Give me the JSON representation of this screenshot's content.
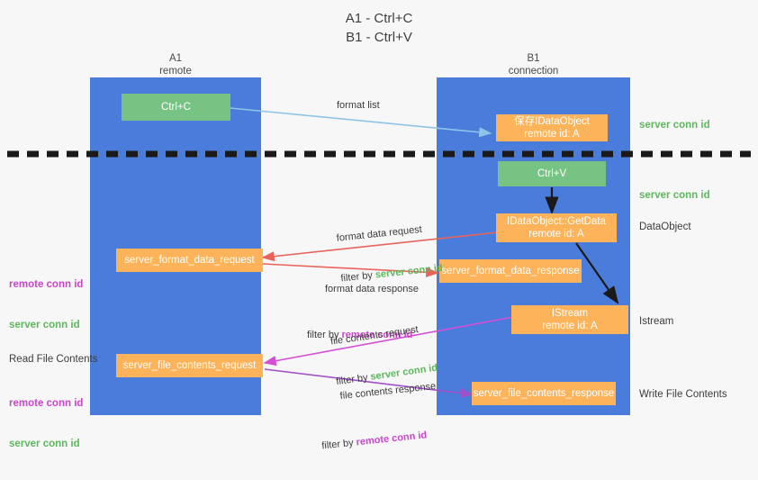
{
  "title": "A1 - Ctrl+C\nB1 - Ctrl+V",
  "lanes": [
    {
      "name": "A1",
      "sub": "remote",
      "header": "A1\nremote"
    },
    {
      "name": "B1",
      "sub": "connection",
      "header": "B1\nconnection"
    }
  ],
  "nodes": {
    "ctrl_c": "Ctrl+C",
    "ctrl_v": "Ctrl+V",
    "save_idataobject": "保存IDataObject\nremote id: A",
    "idataobject_getdata": "IDataObject::GetData\nremote id: A",
    "istream": "IStream\nremote id: A",
    "server_format_data_request": "server_format_data_request",
    "server_format_data_response": "server_format_data_response",
    "server_file_contents_request": "server_file_contents_request",
    "server_file_contents_response": "server_file_contents_response"
  },
  "edge_labels": {
    "format_list": "format list",
    "format_data_request": "format data request",
    "format_data_request_filter_prefix": "filter by ",
    "format_data_request_filter_value": "server conn id",
    "format_data_response": "format data response",
    "format_data_response_filter_prefix": "filter by ",
    "format_data_response_filter_value": "remote conn id",
    "file_contents_request": "file contents request",
    "file_contents_request_filter_prefix": "filter by ",
    "file_contents_request_filter_value": "server conn id",
    "file_contents_response": "file contents response",
    "file_contents_response_filter_prefix": "filter by ",
    "file_contents_response_filter_value": "remote conn id"
  },
  "right_annotations": {
    "server_conn_id_top": "server conn id",
    "server_conn_id_mid": "server conn id",
    "dataobject": "DataObject",
    "istream": "Istream",
    "write_file_contents": "Write File Contents"
  },
  "left_annotations": {
    "remote_conn_id_upper": "remote conn id",
    "server_conn_id_upper": "server conn id",
    "read_file_contents": "Read File Contents",
    "remote_conn_id_lower": "remote conn id",
    "server_conn_id_lower": "server conn id"
  },
  "colors": {
    "lane": "#4a7ddb",
    "green_node": "#77c383",
    "orange_node": "#fcb35a",
    "green_text": "#5cb85c",
    "magenta_text": "#cc44cc",
    "blue_arrow": "#8ec4e8",
    "red_arrow": "#e8645a",
    "magenta_arrow": "#d44fd4",
    "purple_arrow": "#a050c8",
    "black_arrow": "#1a1a1a",
    "background": "#f7f7f7"
  }
}
